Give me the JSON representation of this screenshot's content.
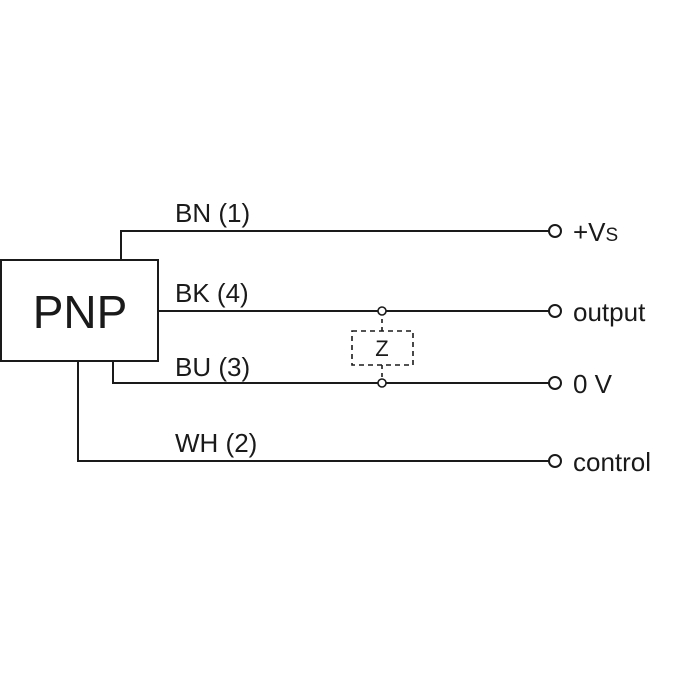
{
  "device": {
    "label": "PNP"
  },
  "wires": {
    "bn": {
      "label": "BN (1)",
      "terminal": "+V",
      "terminal_sub": "S"
    },
    "bk": {
      "label": "BK (4)",
      "terminal": "output"
    },
    "bu": {
      "label": "BU (3)",
      "terminal": "0 V"
    },
    "wh": {
      "label": "WH (2)",
      "terminal": "control"
    }
  },
  "load": {
    "label": "Z"
  },
  "colors": {
    "line": "#1a1a1a",
    "background": "#ffffff"
  }
}
